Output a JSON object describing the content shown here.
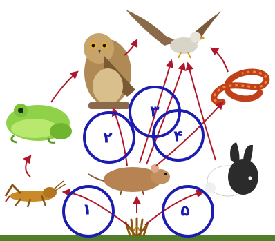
{
  "diagram": {
    "numbered_circles": [
      {
        "id": 1,
        "label": "۱"
      },
      {
        "id": 2,
        "label": "۲"
      },
      {
        "id": 3,
        "label": "۳"
      },
      {
        "id": 4,
        "label": "۴"
      },
      {
        "id": 5,
        "label": "۵"
      }
    ],
    "organisms": [
      "grass",
      "grasshopper",
      "frog",
      "owl",
      "hawk",
      "snake",
      "mouse",
      "rabbit"
    ],
    "colors": {
      "arrow": "#b0162a",
      "circle": "#1c1cb0",
      "ground": "#4f7d2a"
    }
  }
}
